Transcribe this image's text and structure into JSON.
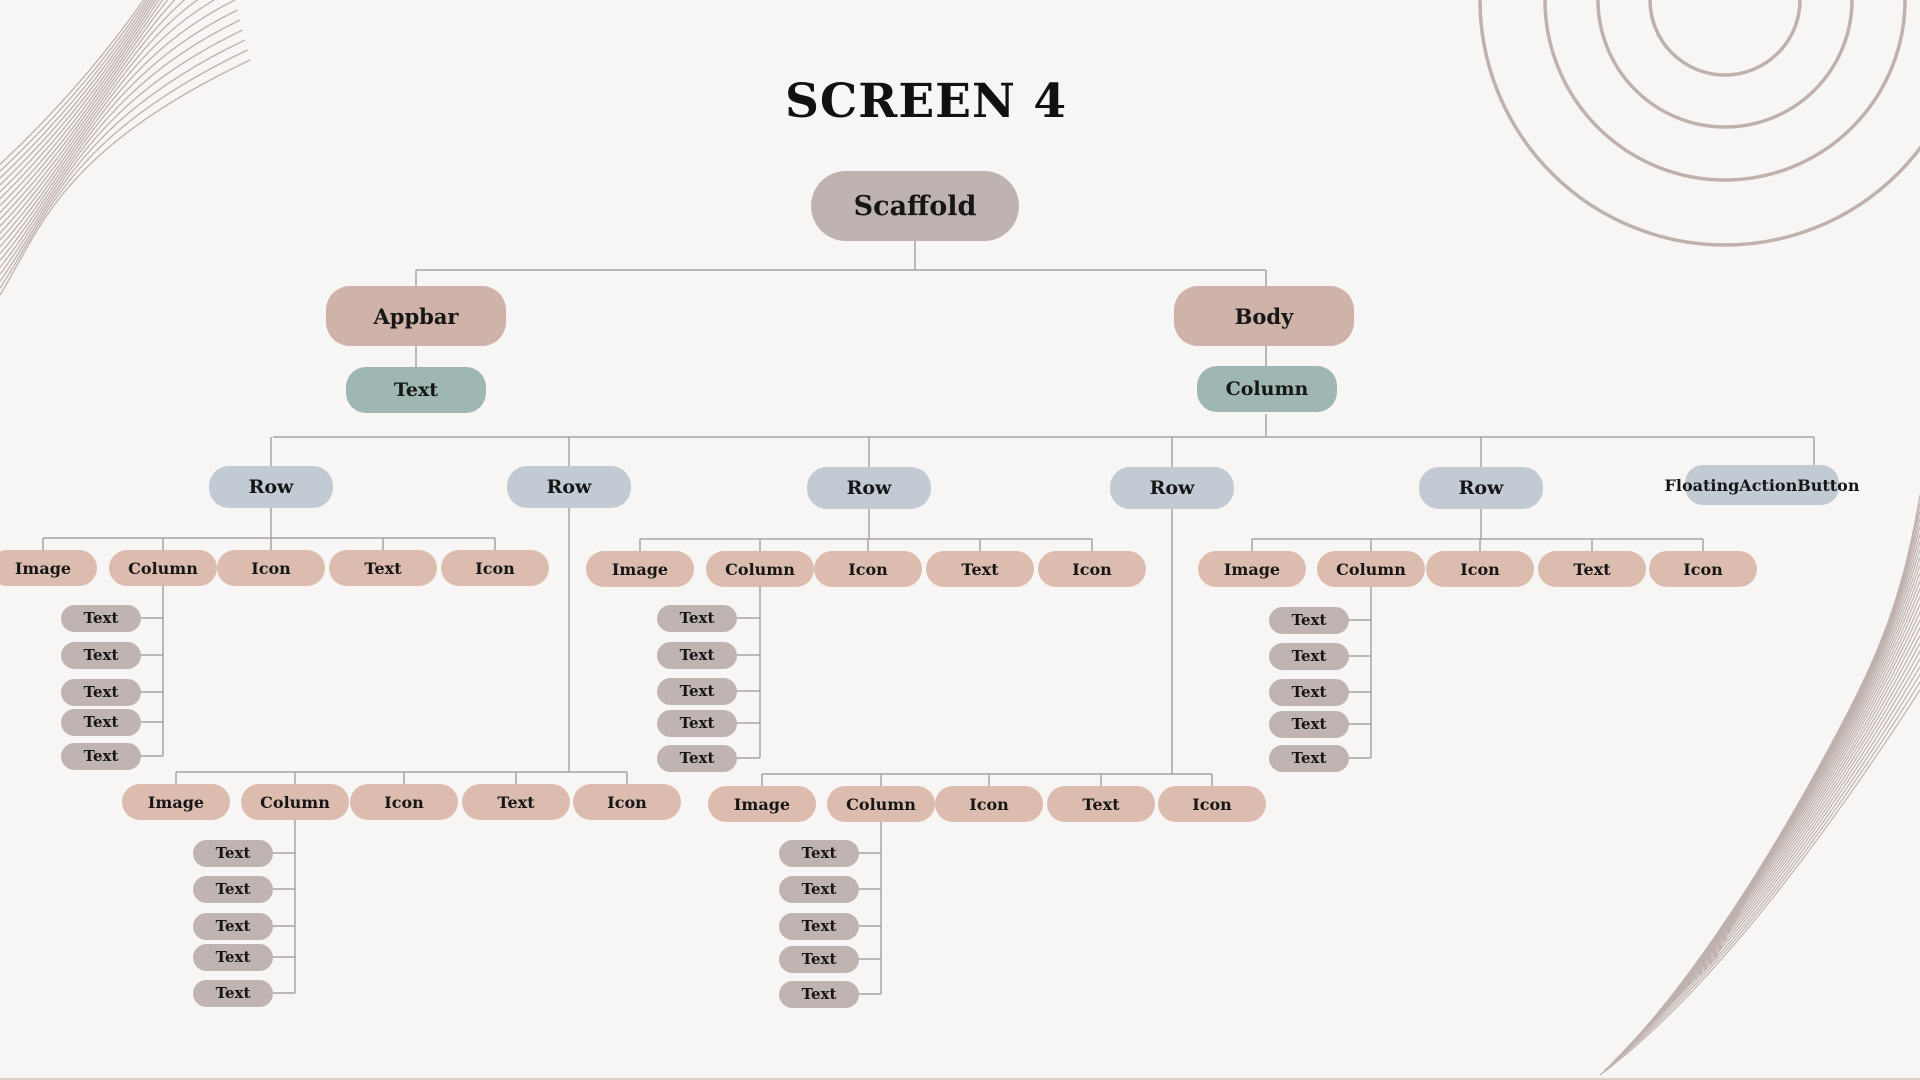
{
  "title": "SCREEN 4",
  "colors": {
    "background": "#f7f6f4",
    "scaffold": "#beb3b1",
    "appbar_body": "#cfb3a9",
    "text_column": "#9fb7b2",
    "row": "#c2cad3",
    "widget": "#dbbcae",
    "leaf_text": "#bfb4b2",
    "connector": "#a9a3a1",
    "decoration": "#bfb1ae"
  },
  "tree": {
    "label": "Scaffold",
    "children": [
      {
        "label": "Appbar",
        "children": [
          {
            "label": "Text"
          }
        ]
      },
      {
        "label": "Body",
        "children": [
          {
            "label": "Column",
            "children": [
              {
                "label": "Row",
                "children": [
                  {
                    "label": "Image"
                  },
                  {
                    "label": "Column",
                    "children": [
                      {
                        "label": "Text"
                      },
                      {
                        "label": "Text"
                      },
                      {
                        "label": "Text"
                      },
                      {
                        "label": "Text"
                      },
                      {
                        "label": "Text"
                      }
                    ]
                  },
                  {
                    "label": "Icon"
                  },
                  {
                    "label": "Text"
                  },
                  {
                    "label": "Icon"
                  }
                ]
              },
              {
                "label": "Row",
                "children": [
                  {
                    "label": "Image"
                  },
                  {
                    "label": "Column",
                    "children": [
                      {
                        "label": "Text"
                      },
                      {
                        "label": "Text"
                      },
                      {
                        "label": "Text"
                      },
                      {
                        "label": "Text"
                      },
                      {
                        "label": "Text"
                      }
                    ]
                  },
                  {
                    "label": "Icon"
                  },
                  {
                    "label": "Text"
                  },
                  {
                    "label": "Icon"
                  }
                ]
              },
              {
                "label": "Row",
                "children": [
                  {
                    "label": "Image"
                  },
                  {
                    "label": "Column",
                    "children": [
                      {
                        "label": "Text"
                      },
                      {
                        "label": "Text"
                      },
                      {
                        "label": "Text"
                      },
                      {
                        "label": "Text"
                      },
                      {
                        "label": "Text"
                      }
                    ]
                  },
                  {
                    "label": "Icon"
                  },
                  {
                    "label": "Text"
                  },
                  {
                    "label": "Icon"
                  }
                ]
              },
              {
                "label": "Row",
                "children": [
                  {
                    "label": "Image"
                  },
                  {
                    "label": "Column",
                    "children": [
                      {
                        "label": "Text"
                      },
                      {
                        "label": "Text"
                      },
                      {
                        "label": "Text"
                      },
                      {
                        "label": "Text"
                      },
                      {
                        "label": "Text"
                      }
                    ]
                  },
                  {
                    "label": "Icon"
                  },
                  {
                    "label": "Text"
                  },
                  {
                    "label": "Icon"
                  }
                ]
              },
              {
                "label": "Row",
                "children": [
                  {
                    "label": "Image"
                  },
                  {
                    "label": "Column",
                    "children": [
                      {
                        "label": "Text"
                      },
                      {
                        "label": "Text"
                      },
                      {
                        "label": "Text"
                      },
                      {
                        "label": "Text"
                      },
                      {
                        "label": "Text"
                      }
                    ]
                  },
                  {
                    "label": "Icon"
                  },
                  {
                    "label": "Text"
                  },
                  {
                    "label": "Icon"
                  }
                ]
              },
              {
                "label": "FloatingActionButton"
              }
            ]
          }
        ]
      }
    ]
  }
}
